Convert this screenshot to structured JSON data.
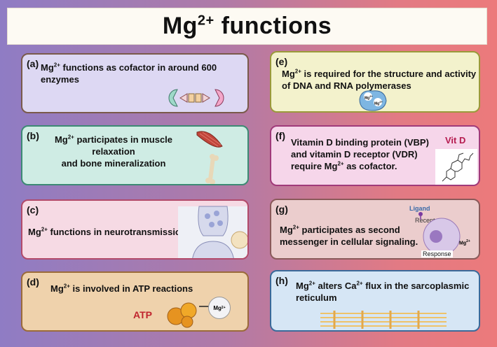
{
  "title": {
    "text": "Mg",
    "sup": "2+",
    "rest": " functions"
  },
  "cards": [
    {
      "letter": "(a)",
      "l1a": "Mg",
      "l1sup": "2+",
      "l1b": " functions as cofactor in around 600",
      "l2": "enzymes"
    },
    {
      "letter": "(b)",
      "l1a": "Mg",
      "l1sup": "2+",
      "l1b": " participates in muscle relaxation",
      "l2": "and  bone mineralization"
    },
    {
      "letter": "(c)",
      "l1a": "Mg",
      "l1sup": "2+",
      "l1b": " functions in neurotransmission"
    },
    {
      "letter": "(d)",
      "l1a": "Mg",
      "l1sup": "2+",
      "l1b": " is involved in ATP reactions",
      "atp": "ATP",
      "mg_a": "Mg",
      "mg_sup": "2+"
    },
    {
      "letter": "(e)",
      "l1a": "Mg",
      "l1sup": "2+",
      "l1b": " is required for the structure and activity",
      "l2": "of DNA and RNA polymerases",
      "mg1": "Mg",
      "mg1_sup": "2+",
      "mg2": "Mg",
      "mg2_sup": "2+"
    },
    {
      "letter": "(f)",
      "l1": "Vitamin D binding protein (VBP)",
      "l2": "and vitamin D receptor (VDR)",
      "l3a": "require Mg",
      "l3sup": "2+",
      "l3b": " as cofactor.",
      "vitd": "Vit D"
    },
    {
      "letter": "(g)",
      "l1a": "Mg",
      "l1sup": "2+",
      "l1b": " participates as second",
      "l2": "messenger in cellular signaling.",
      "ligand": "Ligand",
      "receptor": "Receptor",
      "response": "Response",
      "mg_a": "Mg",
      "mg_sup": "2+"
    },
    {
      "letter": "(h)",
      "l1a": "Mg",
      "l1sup": "2+",
      "l1b": " alters Ca",
      "l1sup2": "2+",
      "l1c": " flux in the sarcoplasmic",
      "l2": "reticulum"
    }
  ]
}
